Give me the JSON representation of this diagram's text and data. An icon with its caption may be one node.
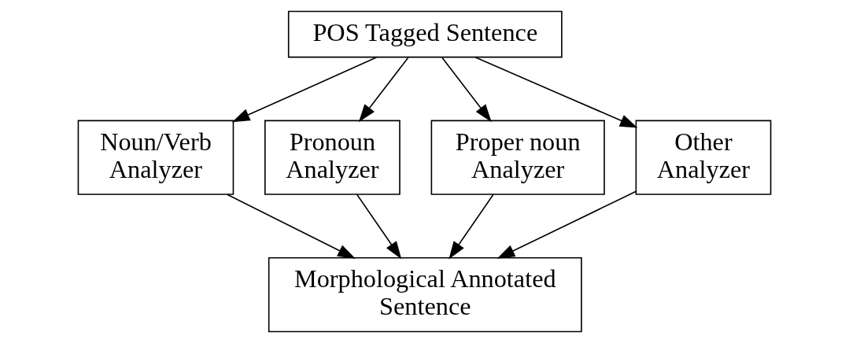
{
  "diagram": {
    "nodes": [
      {
        "text": [
          "POS Tagged Sentence"
        ]
      },
      {
        "text": [
          "Noun/Verb Analyzer"
        ]
      },
      {
        "text": [
          "Pronoun Analyzer"
        ]
      },
      {
        "text": [
          "Proper noun Analyzer"
        ]
      },
      {
        "text": [
          "Other Analyzer"
        ]
      },
      {
        "text": [
          "Morphological Annotated Sentence"
        ]
      }
    ],
    "edges": [
      {
        "from": 0,
        "to": 1,
        "arrow": "to"
      },
      {
        "from": 0,
        "to": 2,
        "arrow": "to"
      },
      {
        "from": 0,
        "to": 3,
        "arrow": "to"
      },
      {
        "from": 0,
        "to": 4,
        "arrow": "to"
      },
      {
        "from": 1,
        "to": 5,
        "arrow": "to"
      },
      {
        "from": 2,
        "to": 5,
        "arrow": "to"
      },
      {
        "from": 3,
        "to": 5,
        "arrow": "to"
      },
      {
        "from": 4,
        "to": 5,
        "arrow": "to"
      }
    ]
  }
}
